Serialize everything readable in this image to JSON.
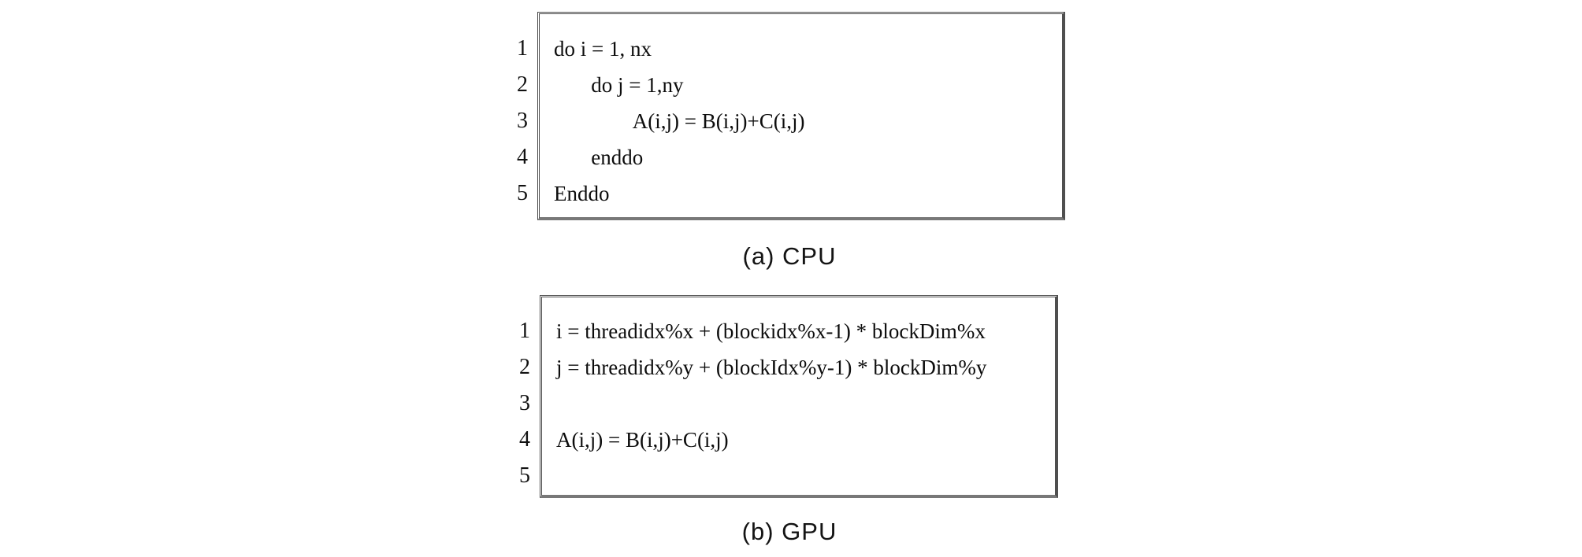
{
  "colors": {
    "background": "#ffffff",
    "frame_border_dark": "#4a4a4a",
    "frame_border_gray": "#787878",
    "text": "#0d0d0d"
  },
  "panels": [
    {
      "caption": "(a) CPU",
      "lines": [
        {
          "num": "1",
          "code": "do i = 1, nx"
        },
        {
          "num": "2",
          "code": "       do j = 1,ny"
        },
        {
          "num": "3",
          "code": "               A(i,j) = B(i,j)+C(i,j)"
        },
        {
          "num": "4",
          "code": "       enddo"
        },
        {
          "num": "5",
          "code": "Enddo"
        }
      ]
    },
    {
      "caption": "(b) GPU",
      "lines": [
        {
          "num": "1",
          "code": "i = threadidx%x + (blockidx%x-1) * blockDim%x"
        },
        {
          "num": "2",
          "code": "j = threadidx%y + (blockIdx%y-1) * blockDim%y"
        },
        {
          "num": "3",
          "code": ""
        },
        {
          "num": "4",
          "code": "A(i,j) = B(i,j)+C(i,j)"
        },
        {
          "num": "5",
          "code": ""
        }
      ]
    }
  ]
}
